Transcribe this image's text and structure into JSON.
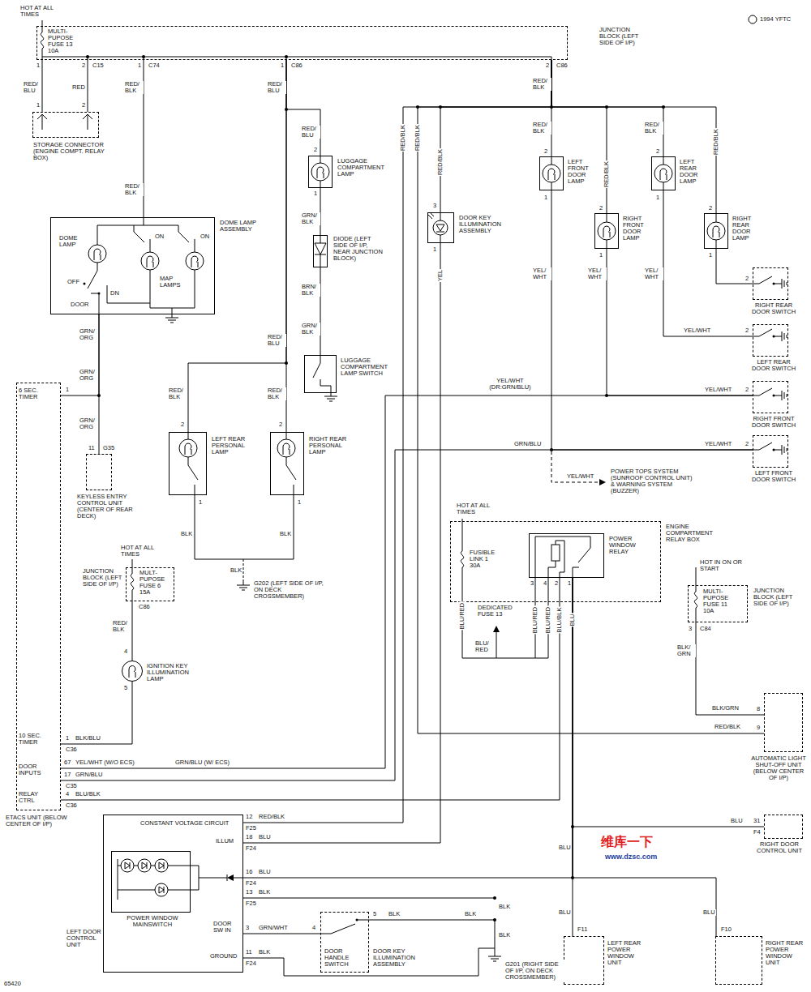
{
  "diagram": {
    "nodes": [
      {
        "text": [
          "JUNCTION BLOCK (LEFT SIDE OF I/P)"
        ]
      },
      {
        "text": [
          "STORAGE CONNECTOR (ENGINE COMPT. RELAY BOX)"
        ]
      },
      {
        "text": [
          "DOME LAMP ASSEMBLY"
        ]
      },
      {
        "text": [
          "LUGGAGE COMPARTMENT LAMP"
        ]
      },
      {
        "text": [
          "DIODE (LEFT SIDE OF I/P, NEAR JUNCTION BLOCK)"
        ]
      },
      {
        "text": [
          "LUGGAGE COMPARTMENT LAMP SWITCH"
        ]
      },
      {
        "text": [
          "LEFT REAR PERSONAL LAMP"
        ]
      },
      {
        "text": [
          "RIGHT REAR PERSONAL LAMP"
        ]
      },
      {
        "text": [
          "DOOR KEY ILLUMINATION ASSEMBLY"
        ]
      },
      {
        "text": [
          "LEFT FRONT DOOR LAMP"
        ]
      },
      {
        "text": [
          "RIGHT FRONT DOOR LAMP"
        ]
      },
      {
        "text": [
          "LEFT REAR DOOR LAMP"
        ]
      },
      {
        "text": [
          "RIGHT REAR DOOR LAMP"
        ]
      },
      {
        "text": [
          "RIGHT REAR DOOR SWITCH"
        ]
      },
      {
        "text": [
          "LEFT REAR DOOR SWITCH"
        ]
      },
      {
        "text": [
          "RIGHT FRONT DOOR SWITCH"
        ]
      },
      {
        "text": [
          "LEFT FRONT DOOR SWITCH"
        ]
      },
      {
        "text": [
          "KEYLESS ENTRY CONTROL UNIT (CENTER OF REAR DECK)"
        ]
      },
      {
        "text": [
          "JUNCTION BLOCK (LEFT SIDE OF I/P)"
        ]
      },
      {
        "text": [
          "IGNITION KEY ILLUMINATION LAMP"
        ]
      },
      {
        "text": [
          "ETACS UNIT (BELOW CENTER OF I/P)"
        ]
      },
      {
        "text": [
          "ENGINE COMPARTMENT RELAY BOX"
        ]
      },
      {
        "text": [
          "POWER WINDOW RELAY"
        ],
        "in": 21
      },
      {
        "text": [
          "JUNCTION BLOCK (LEFT SIDE OF I/P)"
        ]
      },
      {
        "text": [
          "AUTOMATIC LIGHT SHUT-OFF UNIT (BELOW CENTER OF I/P)"
        ]
      },
      {
        "text": [
          "LEFT DOOR CONTROL UNIT"
        ]
      },
      {
        "text": [
          "POWER WINDOW MAINSWITCH"
        ],
        "in": 25
      },
      {
        "text": [
          "DOOR HANDLE SWITCH",
          "DOOR KEY ILLUMINATION ASSEMBLY"
        ]
      },
      {
        "text": [
          "RIGHT DOOR CONTROL UNIT"
        ]
      },
      {
        "text": [
          "LEFT REAR POWER WINDOW UNIT"
        ]
      },
      {
        "text": [
          "RIGHT REAR POWER WINDOW UNIT"
        ]
      }
    ],
    "edges": [
      {
        "from": 0,
        "to": 1,
        "arrow": "none"
      },
      {
        "from": 0,
        "to": 1,
        "arrow": "none"
      },
      {
        "from": 0,
        "to": 2,
        "arrow": "none"
      },
      {
        "from": 0,
        "to": 3,
        "arrow": "none"
      },
      {
        "from": 0,
        "to": 6,
        "arrow": "none"
      },
      {
        "from": 0,
        "to": 7,
        "arrow": "none"
      },
      {
        "from": 3,
        "to": 4,
        "arrow": "none"
      },
      {
        "from": 4,
        "to": 5,
        "arrow": "none"
      },
      {
        "from": 0,
        "to": 9,
        "arrow": "none"
      },
      {
        "from": 0,
        "to": 10,
        "arrow": "none"
      },
      {
        "from": 0,
        "to": 11,
        "arrow": "none"
      },
      {
        "from": 0,
        "to": 12,
        "arrow": "none"
      },
      {
        "from": 0,
        "to": 8,
        "arrow": "none"
      },
      {
        "from": 0,
        "to": 24,
        "arrow": "none"
      },
      {
        "from": 0,
        "to": 25,
        "arrow": "none"
      },
      {
        "from": 8,
        "to": 25,
        "arrow": "none"
      },
      {
        "from": 9,
        "to": 16,
        "arrow": "none"
      },
      {
        "from": 10,
        "to": 15,
        "arrow": "none"
      },
      {
        "from": 11,
        "to": 14,
        "arrow": "none"
      },
      {
        "from": 12,
        "to": 13,
        "arrow": "none"
      },
      {
        "from": 16,
        "to": 20,
        "arrow": "none"
      },
      {
        "from": 15,
        "to": 20,
        "arrow": "none"
      },
      {
        "from": 2,
        "to": 20,
        "arrow": "none"
      },
      {
        "from": 2,
        "to": 17,
        "arrow": "none"
      },
      {
        "from": 18,
        "to": 19,
        "arrow": "none"
      },
      {
        "from": 19,
        "to": 20,
        "arrow": "none"
      },
      {
        "from": 20,
        "to": 22,
        "arrow": "none"
      },
      {
        "from": 22,
        "to": 28,
        "arrow": "none"
      },
      {
        "from": 22,
        "to": 29,
        "arrow": "none"
      },
      {
        "from": 22,
        "to": 30,
        "arrow": "none"
      },
      {
        "from": 22,
        "to": 25,
        "arrow": "none"
      },
      {
        "from": 23,
        "to": 24,
        "arrow": "none"
      },
      {
        "from": 25,
        "to": 27,
        "arrow": "none"
      }
    ],
    "labels": [
      "HOT AT ALL TIMES",
      "MULTI- PUPOSE FUSE 13 10A",
      "1994 YFTC",
      "1",
      "2",
      "C15",
      "1",
      "C74",
      "1",
      "C86",
      "2",
      "C86",
      "RED/ BLU",
      "RED",
      "RED/ BLK",
      "RED/ BLU",
      "RED/ BLK",
      "1",
      "2",
      "RED/ BLK",
      "DOME LAMP",
      "ON",
      "ON",
      "MAP LAMPS",
      "OFF",
      "DOOR",
      "DN",
      "GRN/ ORG",
      "GRN/ ORG",
      "6 SEC. TIMER",
      "1",
      "GRN/ ORG",
      "11",
      "G35",
      "RED/ BLU",
      "2",
      "1",
      "GRN/ BLK",
      "BRN/ BLK",
      "GRN/ BLK",
      "RED/ BLU",
      "RED/ BLK",
      "2",
      "RED/ BLK",
      "2",
      "1",
      "1",
      "BLK",
      "BLK",
      "BLK",
      "G202 (LEFT SIDE OF I/P, ON DECK CROSSMEMBER)",
      "RED/BLK",
      "RED/BLK",
      "RED/BLK",
      "3",
      "1",
      "YEL",
      "RED/ BLK",
      "2",
      "1",
      "RED/BLK",
      "2",
      "1",
      "RED/ BLK",
      "2",
      "1",
      "RED/BLK",
      "2",
      "1",
      "YEL/ WHT",
      "YEL/ WHT",
      "YEL/ WHT",
      "2",
      "YEL/WHT",
      "2",
      "YEL/WHT",
      "2",
      "YEL/WHT",
      "2",
      "YEL/WHT (DR:GRN/BLU)",
      "GRN/BLU",
      "YEL/WHT",
      "POWER TOPS SYSTEM (SUNROOF CONTROL UNIT) & WARNING SYSTEM (BUZZER)",
      "HOT AT ALL TIMES",
      "FUSIBLE LINK 1 30A",
      "3",
      "4",
      "2",
      "1",
      "BLU/RED",
      "DEDICATED FUSE 13",
      "BLU/ RED",
      "BLU/RED",
      "BLU/RED",
      "BLU/BLK",
      "BLU",
      "HOT IN ON OR START",
      "MULTI- PUPOSE FUSE 11 10A",
      "3",
      "C84",
      "BLK/ GRN",
      "BLK/GRN",
      "8",
      "RED/BLK",
      "9",
      "HOT AT ALL TIMES",
      "MULT- PUPOSE FUSE 6 15A",
      "C86",
      "RED/ BLK",
      "4",
      "5",
      "10 SEC. TIMER",
      "1",
      "BLK/BLU",
      "C36",
      "DOOR INPUTS",
      "67",
      "YEL/WHT (W/O ECS)",
      "GRN/BLU (W/ ECS)",
      "17",
      "GRN/BLU",
      "C35",
      "RELAY CTRL",
      "4",
      "BLU/BLK",
      "C36",
      "CONSTANT VOLTAGE CIRCUIT",
      "12",
      "RED/BLK",
      "F25",
      "ILLUM",
      "18",
      "BLU",
      "F24",
      "16",
      "BLU",
      "F24",
      "13",
      "BLK",
      "F25",
      "DOOR SW IN",
      "3",
      "GRN/WHT",
      "4",
      "5",
      "BLK",
      "BLK",
      "BLK",
      "BLK",
      "GROUND",
      "11",
      "BLK",
      "F24",
      "G201 (RIGHT SIDE OF I/P, ON DECK CROSSMEMBER)",
      "BLU",
      "BLU",
      "F11",
      "BLU",
      "F10",
      "BLU",
      "31",
      "F4",
      "维库一下",
      "www.dzsc.com",
      "65420"
    ]
  }
}
